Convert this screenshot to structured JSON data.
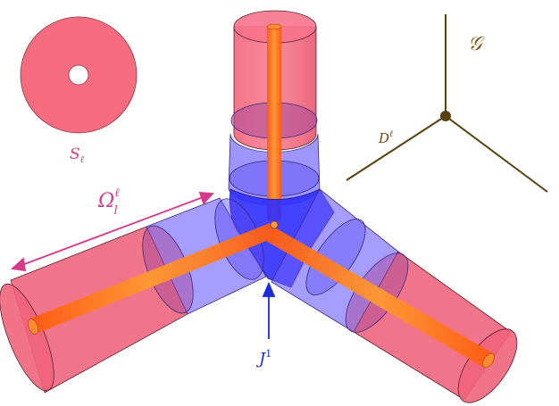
{
  "labels": {
    "section": "S",
    "section_sub": "ℓ",
    "arm_length": "Ω",
    "arm_length_sup": "ℓ",
    "arm_length_sub": "l",
    "junction": "J",
    "junction_sup": "1",
    "graph": "𝒢",
    "edge": "D",
    "edge_sup": "ℓ"
  },
  "colors": {
    "pink": "#f06a7c",
    "pink_label": "#d63a8a",
    "blue": "#2b2cff",
    "blue_label": "#1a2dd8",
    "orange": "#ff6a10",
    "graph": "#5a4210"
  },
  "icons": {
    "arrow_up": "arrow-up-icon",
    "double_arrow": "double-arrow-icon"
  }
}
